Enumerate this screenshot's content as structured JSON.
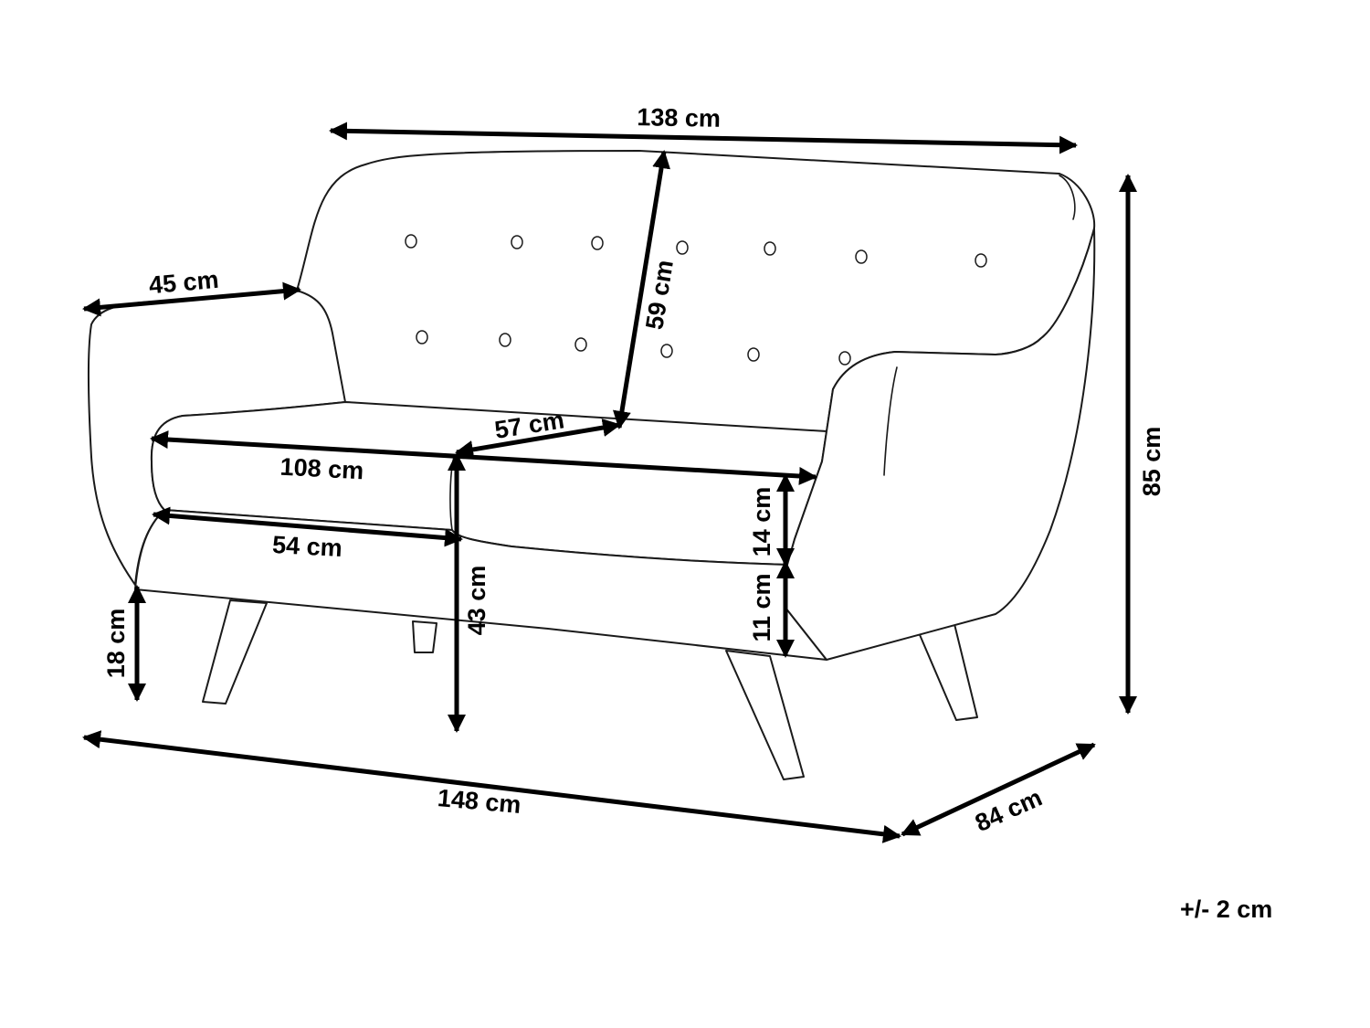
{
  "dimensions": {
    "backrest_width": "138 cm",
    "armrest_depth": "45 cm",
    "backrest_height": "59 cm",
    "seat_depth": "57 cm",
    "seat_width": "108 cm",
    "single_seat_width": "54 cm",
    "seat_height": "43 cm",
    "cushion_thickness": "14 cm",
    "base_height": "11 cm",
    "leg_height": "18 cm",
    "total_height": "85 cm",
    "total_width": "148 cm",
    "total_depth": "84 cm"
  },
  "tolerance": "+/- 2 cm"
}
